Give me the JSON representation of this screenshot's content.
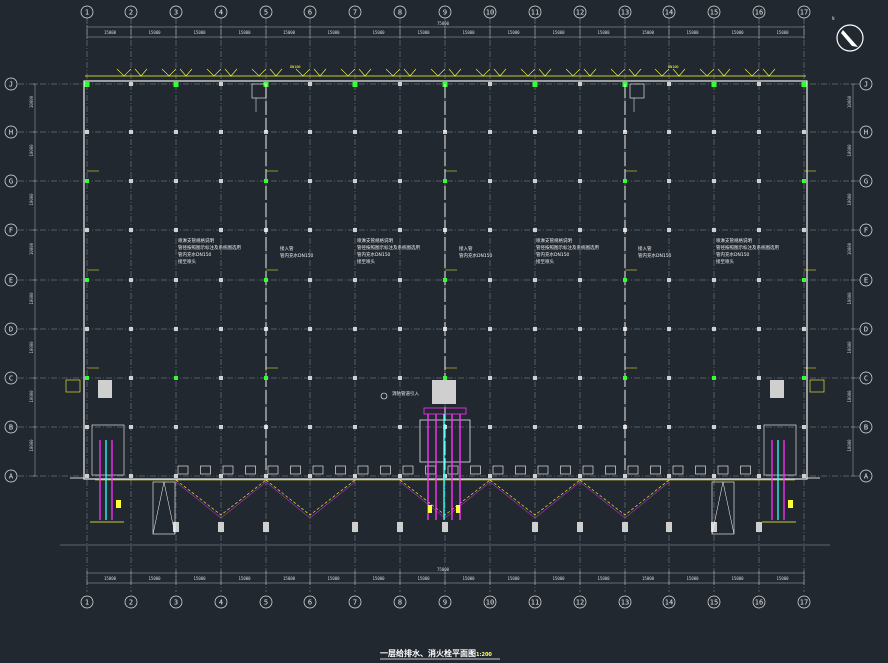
{
  "colors": {
    "background": "#212830",
    "grid": "#b8bcc0",
    "wall": "#ffffff",
    "water": "#ffff33",
    "fire": "#ff33ff",
    "hydrant": "#33ff33",
    "cyan": "#33ffff"
  },
  "axes": {
    "columns": [
      "1",
      "2",
      "3",
      "4",
      "5",
      "6",
      "7",
      "8",
      "9",
      "10",
      "11",
      "12",
      "13",
      "14",
      "15",
      "16",
      "17"
    ],
    "rows": [
      "J",
      "H",
      "G",
      "F",
      "E",
      "D",
      "C",
      "B",
      "A"
    ]
  },
  "dimensions": {
    "top_total": "75000",
    "bottom_total": "75000",
    "top_segments": [
      "15000",
      "15000",
      "15000",
      "15000",
      "15000",
      "15000",
      "15000",
      "15000",
      "15000",
      "15000",
      "15000",
      "15000",
      "15000",
      "15000",
      "15000",
      "15000"
    ],
    "bottom_segments": [
      "15000",
      "15000",
      "15000",
      "15000",
      "15000",
      "15000",
      "15000",
      "15000",
      "15000",
      "15000",
      "15000",
      "15000",
      "15000",
      "15000",
      "15000",
      "15000"
    ],
    "left_segments": [
      "10000",
      "10000",
      "10000",
      "10000",
      "10000",
      "10000",
      "10000",
      "10000"
    ],
    "right_segments": [
      "10000",
      "10000",
      "10000",
      "10000",
      "10000",
      "10000",
      "10000",
      "10000"
    ]
  },
  "notes": [
    {
      "lines": [
        "喷淋支管规格说明",
        "管径按照图示标注及系统图选用",
        "管内充水DN150",
        "接至喷头"
      ]
    },
    {
      "lines": [
        "喷淋支管规格说明",
        "管径按照图示标注及系统图选用",
        "管内充水DN150",
        "接至喷头"
      ]
    },
    {
      "lines": [
        "喷淋支管规格说明",
        "管径按照图示标注及系统图选用",
        "管内充水DN150",
        "接至喷头"
      ]
    },
    {
      "lines": [
        "喷淋支管规格说明",
        "管径按照图示标注及系统图选用",
        "管内充水DN150",
        "接至喷头"
      ]
    }
  ],
  "side_notes": [
    {
      "lines": [
        "接入管",
        "管内充水DN150"
      ]
    },
    {
      "lines": [
        "接入管",
        "管内充水DN150"
      ]
    },
    {
      "lines": [
        "接入管",
        "管内充水DN150"
      ]
    }
  ],
  "pipe_label": "DN100",
  "riser_label": "消防管道引入",
  "title": "一层给排水、消火栓平面图",
  "scale": "1:200"
}
